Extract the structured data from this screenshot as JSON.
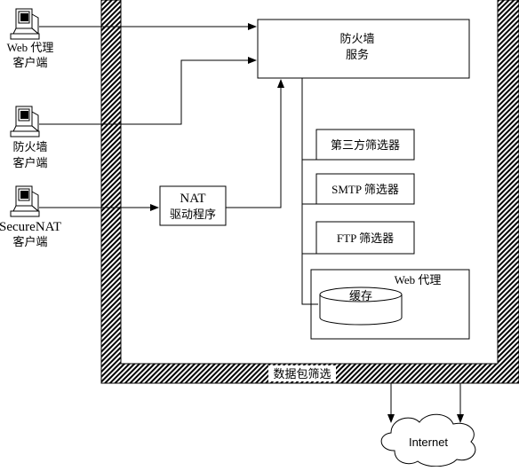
{
  "clients": {
    "web_proxy_client": [
      "Web 代理",
      "客户端"
    ],
    "firewall_client": [
      "防火墙",
      "客户端"
    ],
    "securenat_client": [
      "SecureNAT",
      "客户端"
    ]
  },
  "nat_driver": {
    "title": "NAT",
    "subtitle": "驱动程序"
  },
  "firewall_service": [
    "防火墙",
    "服务"
  ],
  "filters": {
    "third_party": "第三方筛选器",
    "smtp": "SMTP 筛选器",
    "ftp": "FTP 筛选器"
  },
  "web_proxy": {
    "title": "Web 代理",
    "cache": "缓存"
  },
  "packet_filter_label": "数据包筛选",
  "internet_label": "Internet"
}
